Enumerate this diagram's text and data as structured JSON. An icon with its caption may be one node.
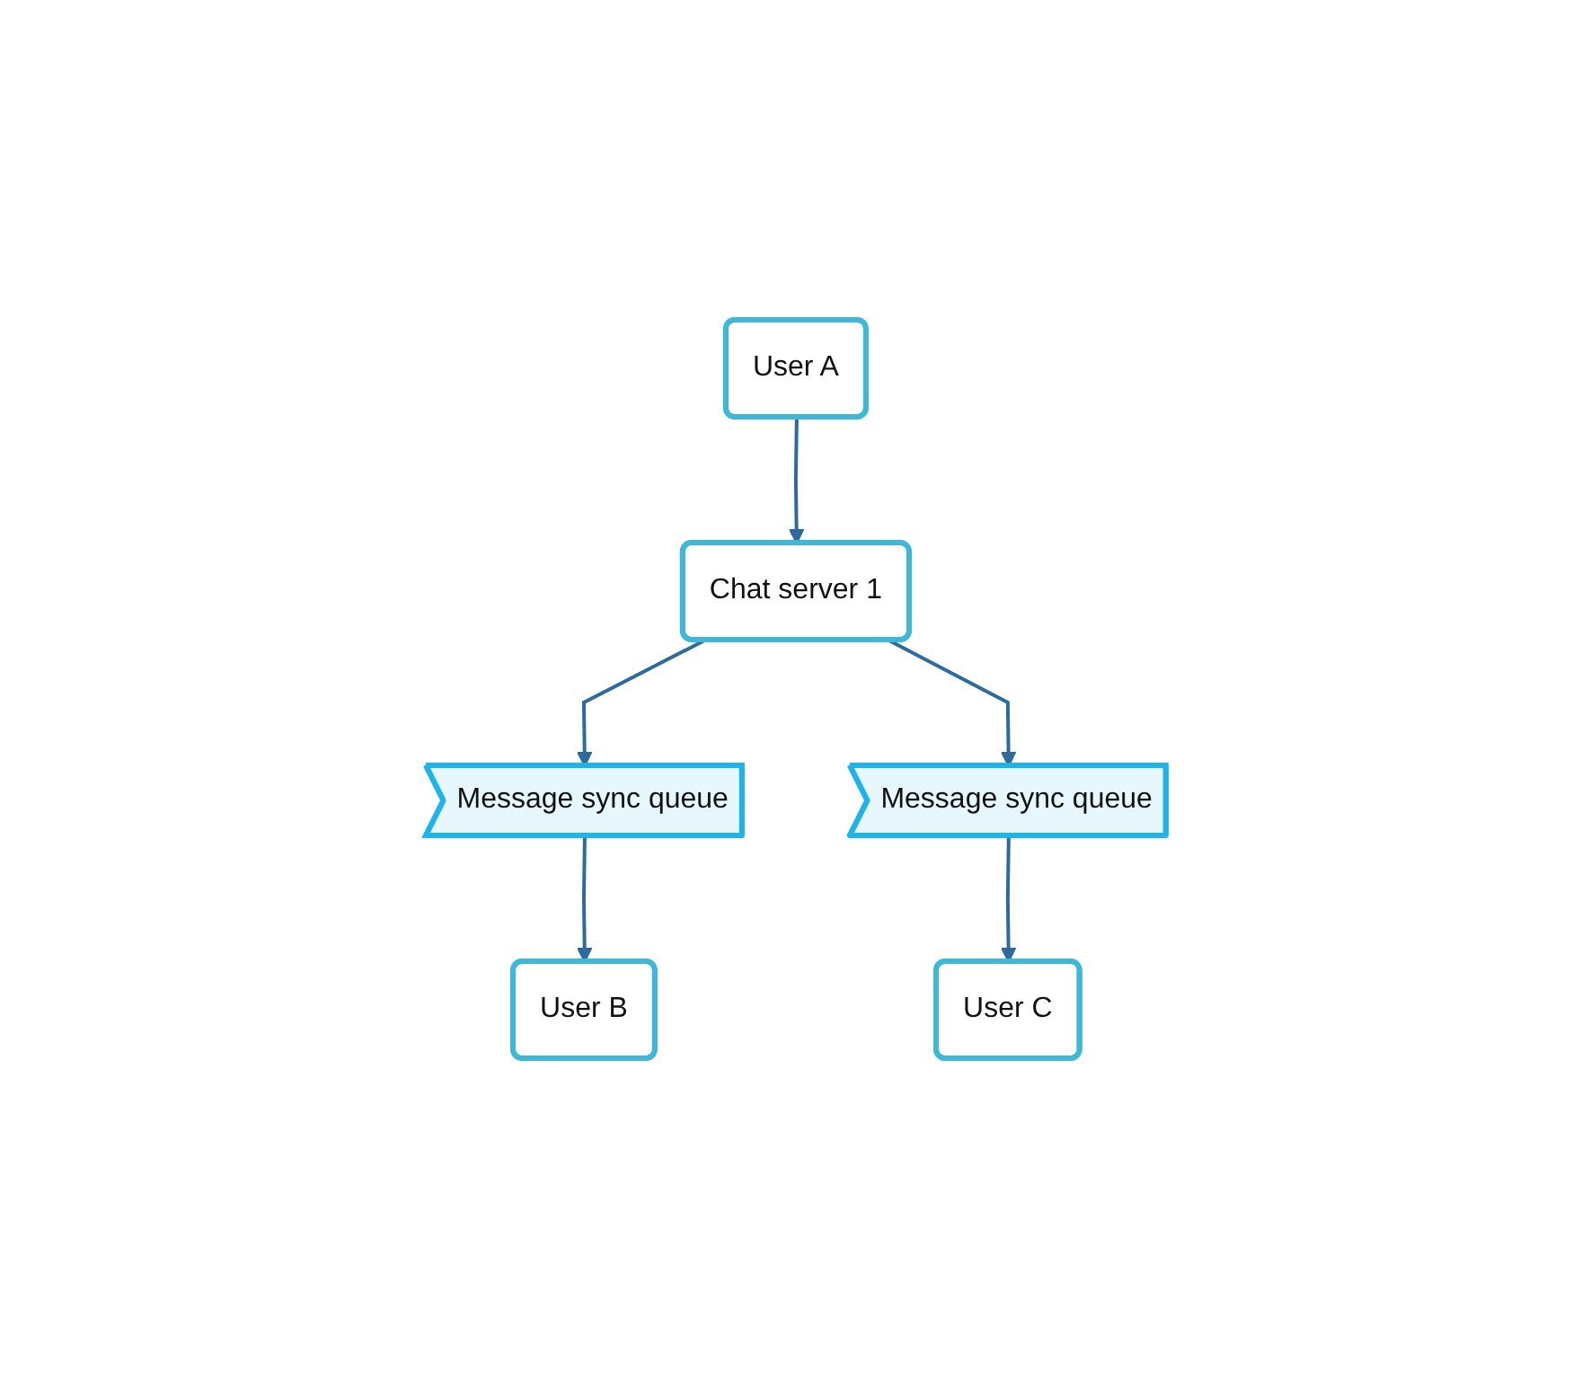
{
  "diagram": {
    "nodes": [
      {
        "text": [
          "User A"
        ]
      },
      {
        "text": [
          "Chat server 1"
        ]
      },
      {
        "text": [
          "Message sync queue"
        ]
      },
      {
        "text": [
          "User B"
        ]
      },
      {
        "text": [
          "Message sync queue"
        ]
      },
      {
        "text": [
          "User C"
        ]
      }
    ],
    "edges": [
      {
        "from": 0,
        "to": 1,
        "arrow": "to"
      },
      {
        "from": 1,
        "to": 2,
        "arrow": "to"
      },
      {
        "from": 2,
        "to": 3,
        "arrow": "to"
      },
      {
        "from": 1,
        "to": 4,
        "arrow": "to"
      },
      {
        "from": 4,
        "to": 5,
        "arrow": "to"
      }
    ]
  }
}
